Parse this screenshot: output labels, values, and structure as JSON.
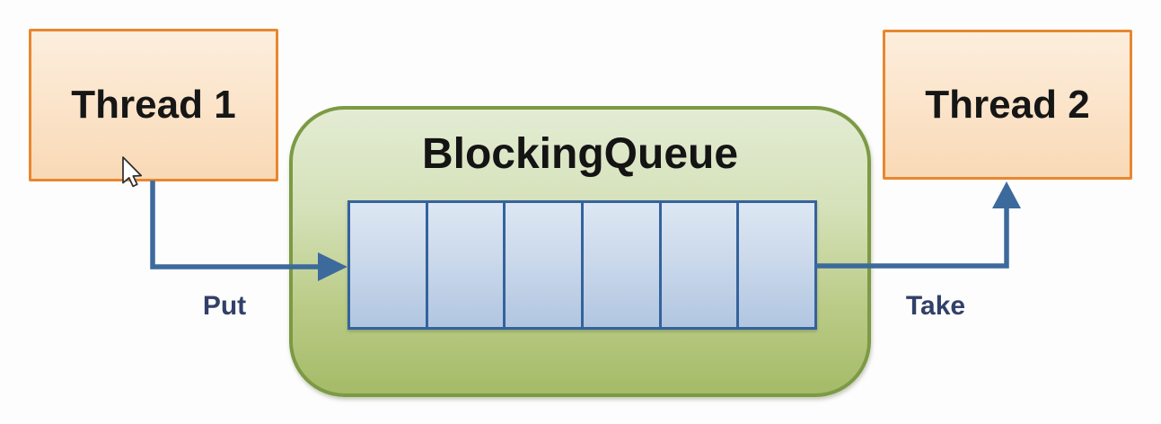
{
  "diagram": {
    "title": "BlockingQueue",
    "nodes": {
      "thread1": {
        "label": "Thread 1"
      },
      "thread2": {
        "label": "Thread 2"
      }
    },
    "queue": {
      "title": "BlockingQueue",
      "slot_count": 6,
      "slots_filled": 0
    },
    "edges": {
      "put": {
        "label": "Put",
        "from": "Thread 1",
        "to": "BlockingQueue"
      },
      "take": {
        "label": "Take",
        "from": "BlockingQueue",
        "to": "Thread 2"
      }
    },
    "cursor": {
      "visible": true,
      "near": "Thread 1"
    },
    "colors": {
      "node_border": "#e8872f",
      "node_fill_top": "#fceedd",
      "node_fill_bottom": "#f9d9b6",
      "node_text": "#161616",
      "container_border": "#7c9a44",
      "container_fill_top": "#e3ecd3",
      "container_fill_bottom": "#a5bb68",
      "slot_border": "#34639c",
      "slot_fill_top": "#dde7f3",
      "slot_fill_bottom": "#b1c6e1",
      "connector": "#3d6a9c",
      "edge_label_text": "#324069",
      "background": "#fdfdfd"
    }
  }
}
